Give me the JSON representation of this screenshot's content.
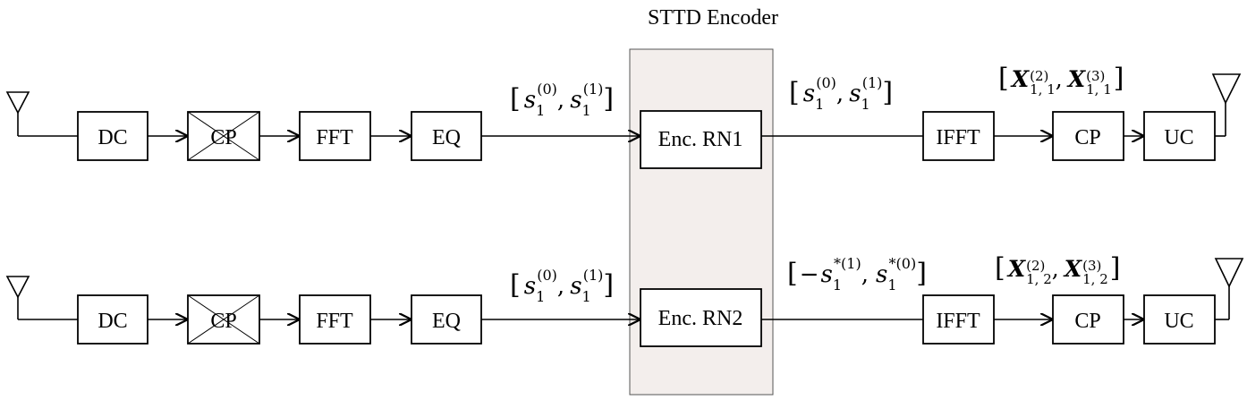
{
  "encoder": {
    "title": "STTD Encoder",
    "fill": "#f3eeec"
  },
  "chains": [
    {
      "dc": "DC",
      "cp_removed": "CP",
      "fft": "FFT",
      "eq": "EQ",
      "enc": "Enc. RN1",
      "ifft": "IFFT",
      "cp_add": "CP",
      "uc": "UC",
      "in_signal": "[s1(0), s1(1)]",
      "out_signal": "[s1(0), s1(1)]",
      "tx_signal": "[X1,1(2), X1,1(3)]"
    },
    {
      "dc": "DC",
      "cp_removed": "CP",
      "fft": "FFT",
      "eq": "EQ",
      "enc": "Enc. RN2",
      "ifft": "IFFT",
      "cp_add": "CP",
      "uc": "UC",
      "in_signal": "[s1(0), s1(1)]",
      "out_signal": "[-s1*(1), s1*(0)]",
      "tx_signal": "[X1,2(2), X1,2(3)]"
    }
  ],
  "math": {
    "s": "s",
    "X": "X",
    "sub1": "1",
    "sup0": "(0)",
    "sup1": "(1)",
    "sup2": "(2)",
    "sup3": "(3)",
    "supconj0": "*(0)",
    "supconj1": "*(1)",
    "sub11": "1, 1",
    "sub12": "1, 2",
    "lbr": "[",
    "rbr": "]",
    "comma": ",",
    "minus": "−"
  }
}
